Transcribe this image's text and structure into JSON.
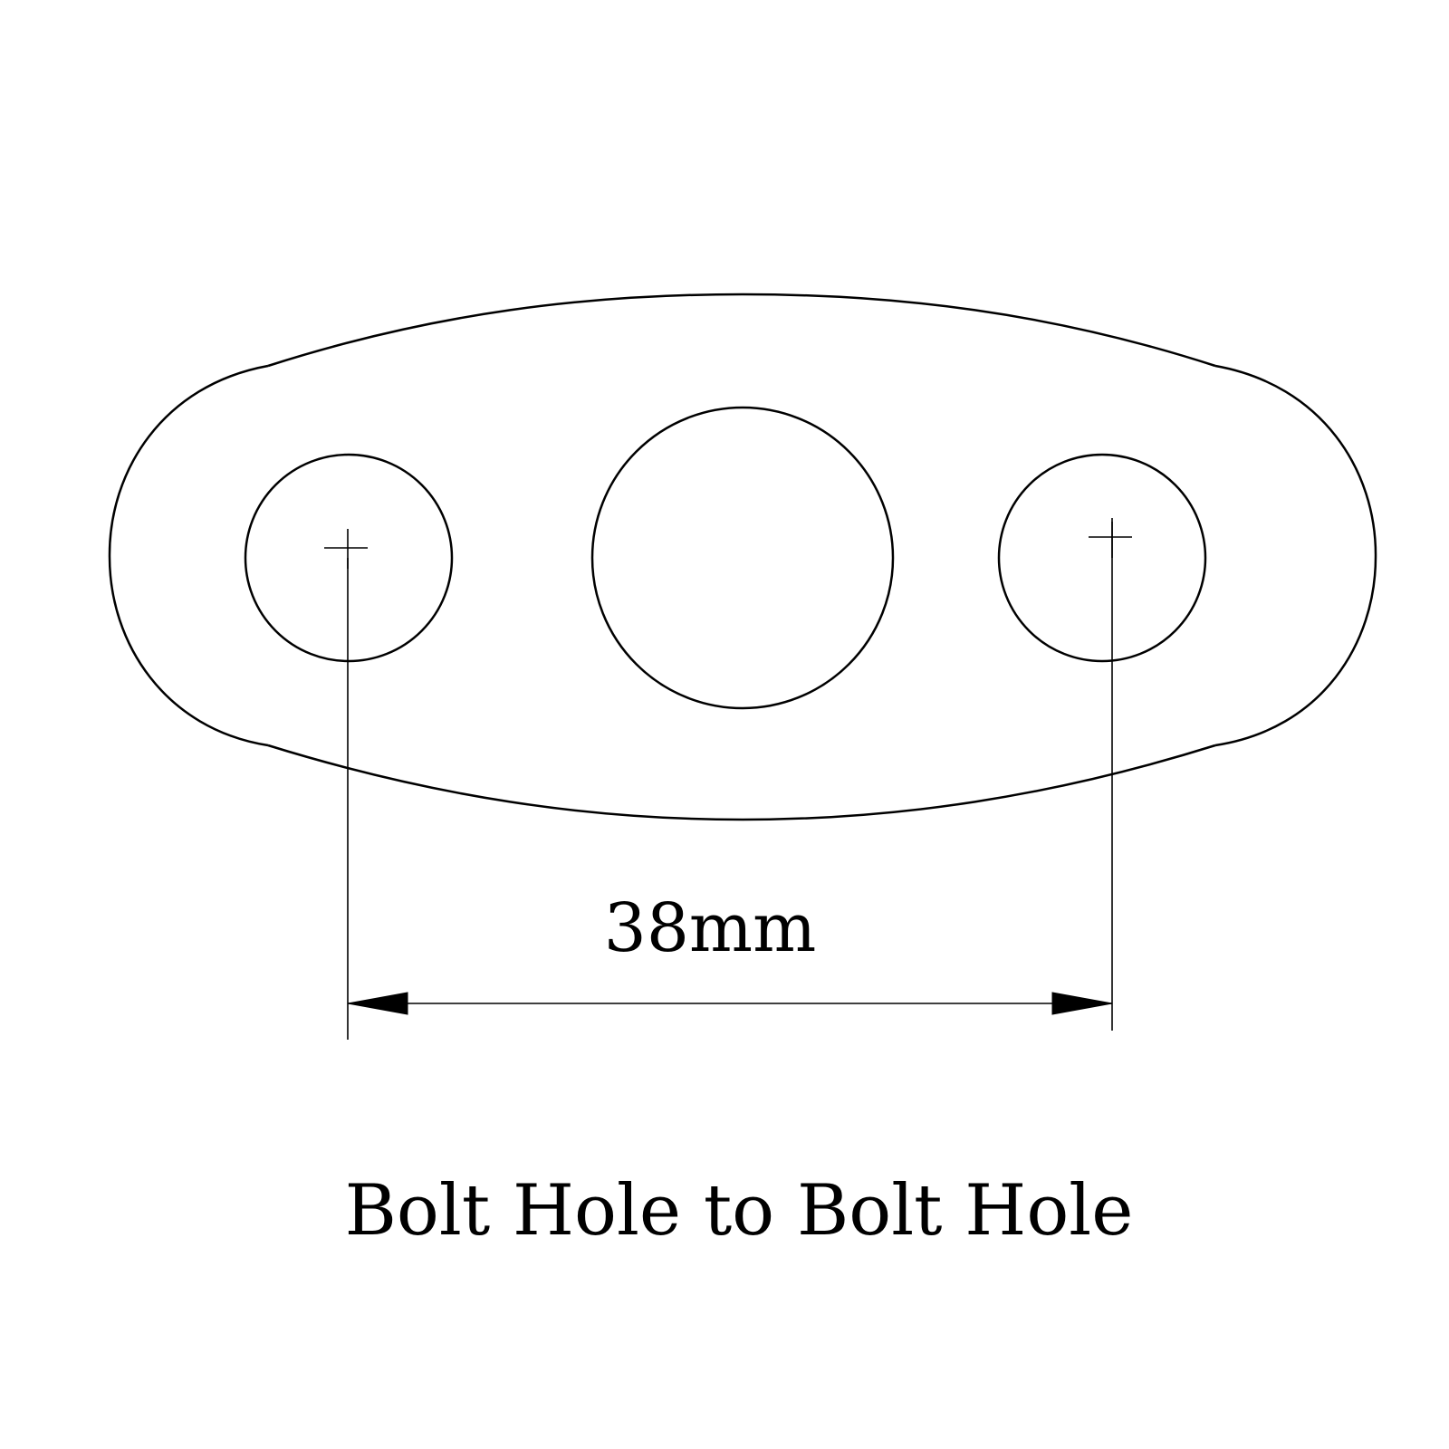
{
  "dimension": {
    "label": "38mm"
  },
  "caption": {
    "text": "Bolt Hole to Bolt Hole"
  },
  "parts": {
    "flange": "gasket-flange-outline",
    "center_port": "center-port-hole",
    "bolt_holes": [
      "left-bolt-hole",
      "right-bolt-hole"
    ]
  },
  "colors": {
    "line": "#000000",
    "background": "#ffffff"
  }
}
